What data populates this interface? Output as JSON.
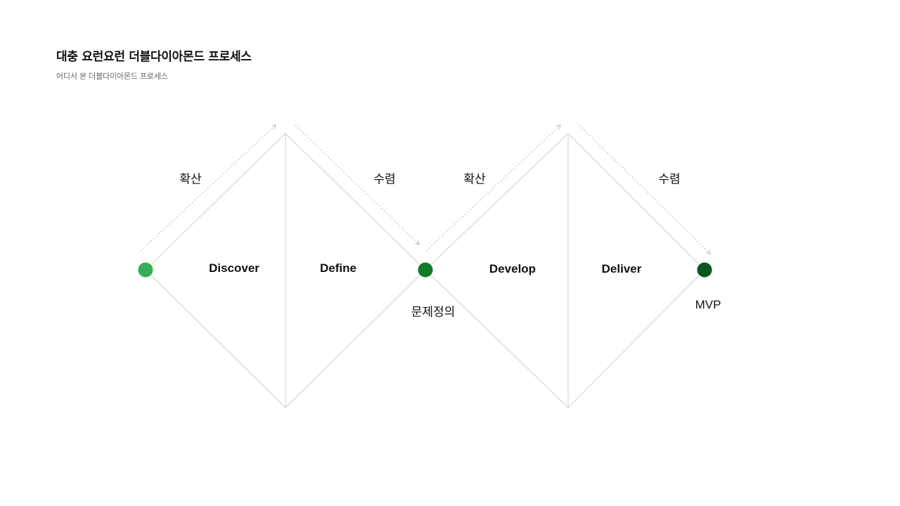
{
  "header": {
    "title": "대충 요런요런 더블다이아몬드 프로세스",
    "subtitle": "어디서 본 더블다이아몬드 프로세스"
  },
  "diagram": {
    "phases": [
      {
        "id": "discover",
        "label": "Discover"
      },
      {
        "id": "define",
        "label": "Define"
      },
      {
        "id": "develop",
        "label": "Develop"
      },
      {
        "id": "deliver",
        "label": "Deliver"
      }
    ],
    "actions": [
      {
        "id": "diverge-1",
        "label": "확산"
      },
      {
        "id": "converge-1",
        "label": "수렴"
      },
      {
        "id": "diverge-2",
        "label": "확산"
      },
      {
        "id": "converge-2",
        "label": "수렴"
      }
    ],
    "milestones": [
      {
        "id": "start",
        "label": "",
        "color": "#38ad57"
      },
      {
        "id": "problem-definition",
        "label": "문제정의",
        "color": "#117b29"
      },
      {
        "id": "mvp",
        "label": "MVP",
        "color": "#0a5620"
      }
    ],
    "colors": {
      "diamond_line": "#cfcfcf",
      "arrow_line": "#b4b4b4"
    }
  }
}
